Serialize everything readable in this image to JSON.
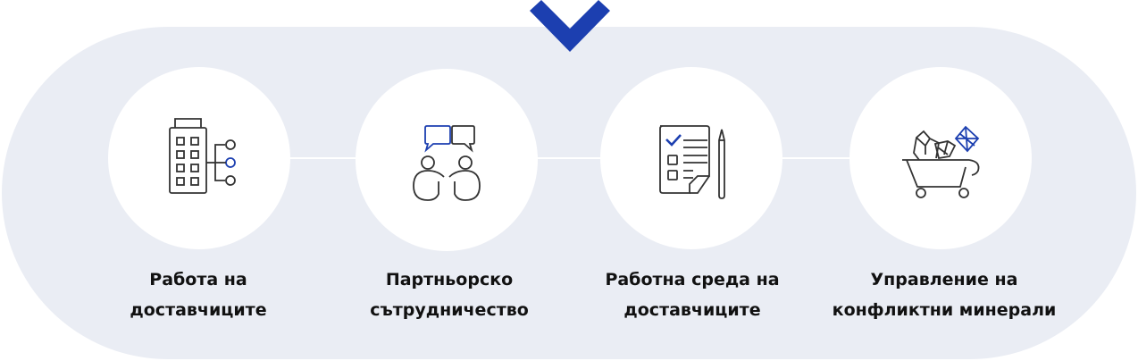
{
  "colors": {
    "background": "#eaedf4",
    "accent": "#1c3fb0",
    "line": "#333333",
    "circle": "#ffffff"
  },
  "header": {
    "icon": "chevron-down-icon"
  },
  "steps": [
    {
      "icon": "supplier-building-icon",
      "line1": "Работа на",
      "line2": "доставчиците"
    },
    {
      "icon": "partnership-icon",
      "line1": "Партньорско",
      "line2": "сътрудничество"
    },
    {
      "icon": "checklist-icon",
      "line1": "Работна среда на",
      "line2": "доставчиците"
    },
    {
      "icon": "minerals-cart-icon",
      "line1": "Управление на",
      "line2": "конфликтни минерали"
    }
  ]
}
